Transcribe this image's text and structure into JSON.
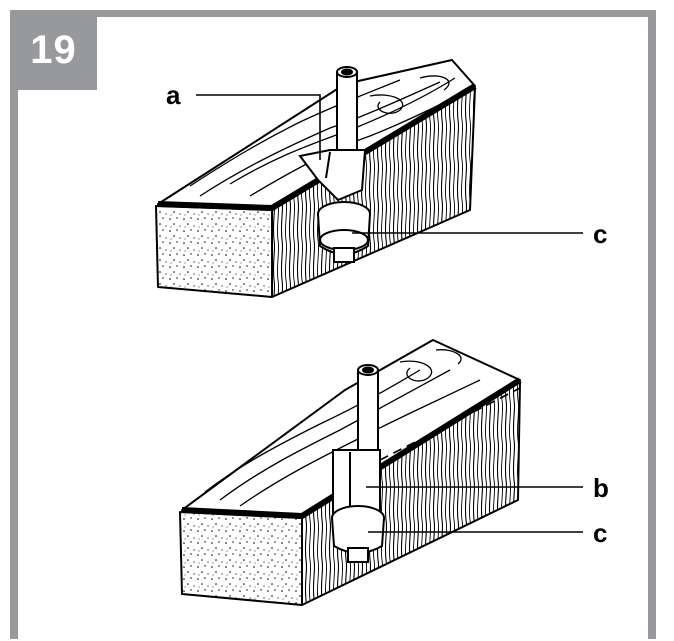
{
  "figure": {
    "number": "19"
  },
  "callouts": {
    "top": [
      {
        "letter": "a"
      },
      {
        "letter": "c"
      }
    ],
    "bottom": [
      {
        "letter": "b"
      },
      {
        "letter": "c"
      }
    ]
  },
  "colors": {
    "frame": "#97999c",
    "ink": "#000000",
    "paper": "#ffffff"
  }
}
